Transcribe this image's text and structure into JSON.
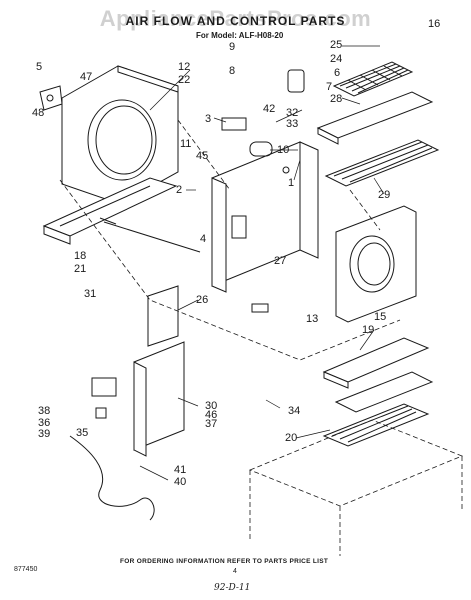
{
  "watermark": "AppliancePartsPros.com",
  "title": "AIR FLOW AND CONTROL PARTS",
  "model_line": "For Model: ALF-H08-20",
  "footer_text": "FOR ORDERING INFORMATION REFER TO PARTS PRICE LIST",
  "doc_number": "877450",
  "page_number": "4",
  "handwritten": "92-D-11",
  "callouts": [
    "1",
    "2",
    "3",
    "4",
    "5",
    "6",
    "7",
    "8",
    "9",
    "10",
    "11",
    "12",
    "13",
    "15",
    "16",
    "18",
    "19",
    "20",
    "21",
    "22",
    "24",
    "25",
    "26",
    "27",
    "28",
    "29",
    "30",
    "31",
    "32",
    "33",
    "34",
    "35",
    "36",
    "37",
    "38",
    "39",
    "40",
    "41",
    "42",
    "45",
    "46",
    "47",
    "48"
  ]
}
